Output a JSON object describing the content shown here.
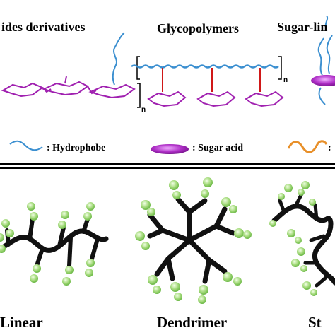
{
  "top_panel": {
    "titles": {
      "polysaccharides": "ides derivatives",
      "glycopolymers": "Glycopolymers",
      "sugar_lipids": "Sugar-lin"
    },
    "repeat_subscripts": [
      "n",
      "n"
    ],
    "legend": [
      {
        "icon": "hydrophobe-wavy-line-icon",
        "label": ": Hydrophobe"
      },
      {
        "icon": "sugar-acid-ellipse-icon",
        "label": ": Sugar acid"
      },
      {
        "icon": "orange-linker-wavy-icon",
        "label": ":"
      }
    ]
  },
  "bottom_panel": {
    "architectures": [
      {
        "label": "Linear"
      },
      {
        "label": "Dendrimer"
      },
      {
        "label": "St"
      }
    ]
  },
  "colors": {
    "hydrophobe": "#3b8fd0",
    "sugar_ring": "#a020b0",
    "sugar_acid": "#b030c8",
    "linker": "#e8902a",
    "red_bond": "#d01818",
    "backbone": "#111111",
    "glyco_bead": "#9dd870"
  }
}
